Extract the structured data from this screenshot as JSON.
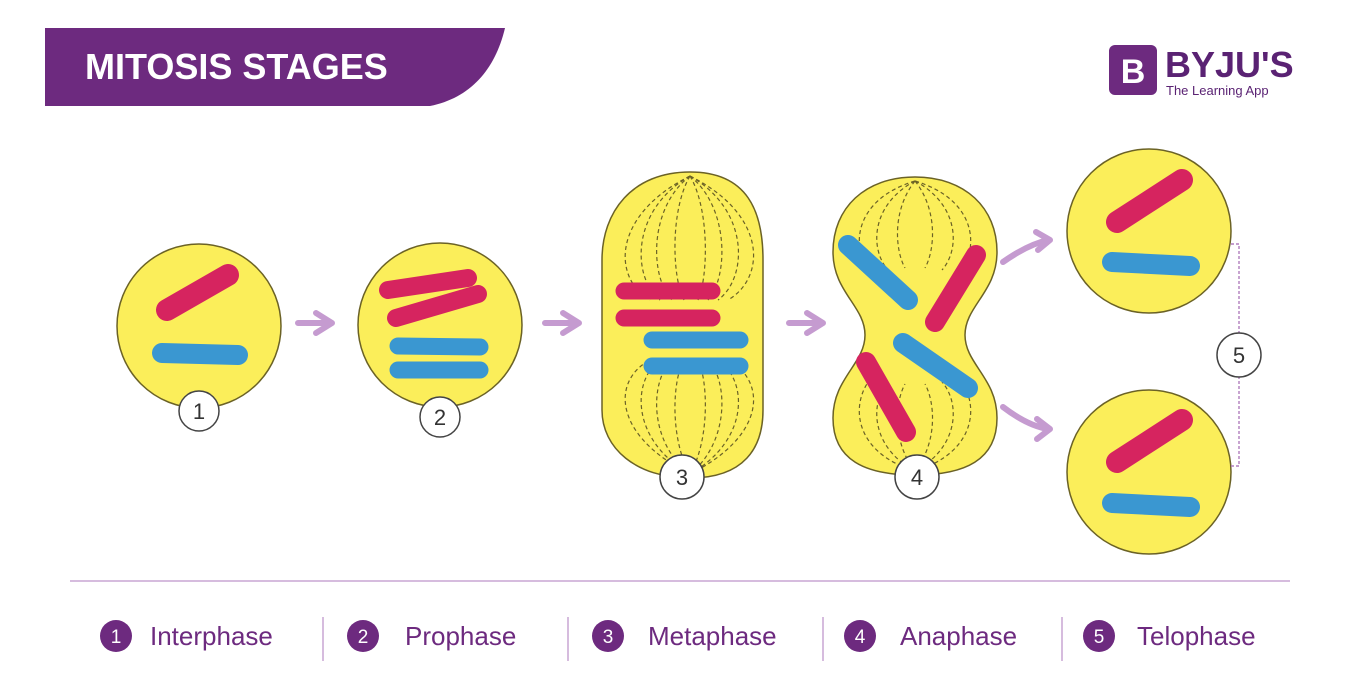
{
  "header": {
    "title": "MITOSIS STAGES"
  },
  "logo": {
    "brand": "BYJU'S",
    "tagline": "The Learning App",
    "mark": "B"
  },
  "stages": [
    {
      "number": "1",
      "label": "Interphase"
    },
    {
      "number": "2",
      "label": "Prophase"
    },
    {
      "number": "3",
      "label": "Metaphase"
    },
    {
      "number": "4",
      "label": "Anaphase"
    },
    {
      "number": "5",
      "label": "Telophase"
    }
  ],
  "colors": {
    "header": "#6d2a7f",
    "cell_fill": "#fbee5a",
    "cell_stroke": "#6b6226",
    "chromosome_red": "#d6245f",
    "chromosome_blue": "#3a97d1",
    "arrow": "#c59bd0",
    "legend_circle": "#6d2a7f",
    "divider": "#c9a6d3"
  },
  "icons": [
    "arrow-right-icon",
    "arrow-up-right-icon",
    "arrow-down-right-icon"
  ]
}
